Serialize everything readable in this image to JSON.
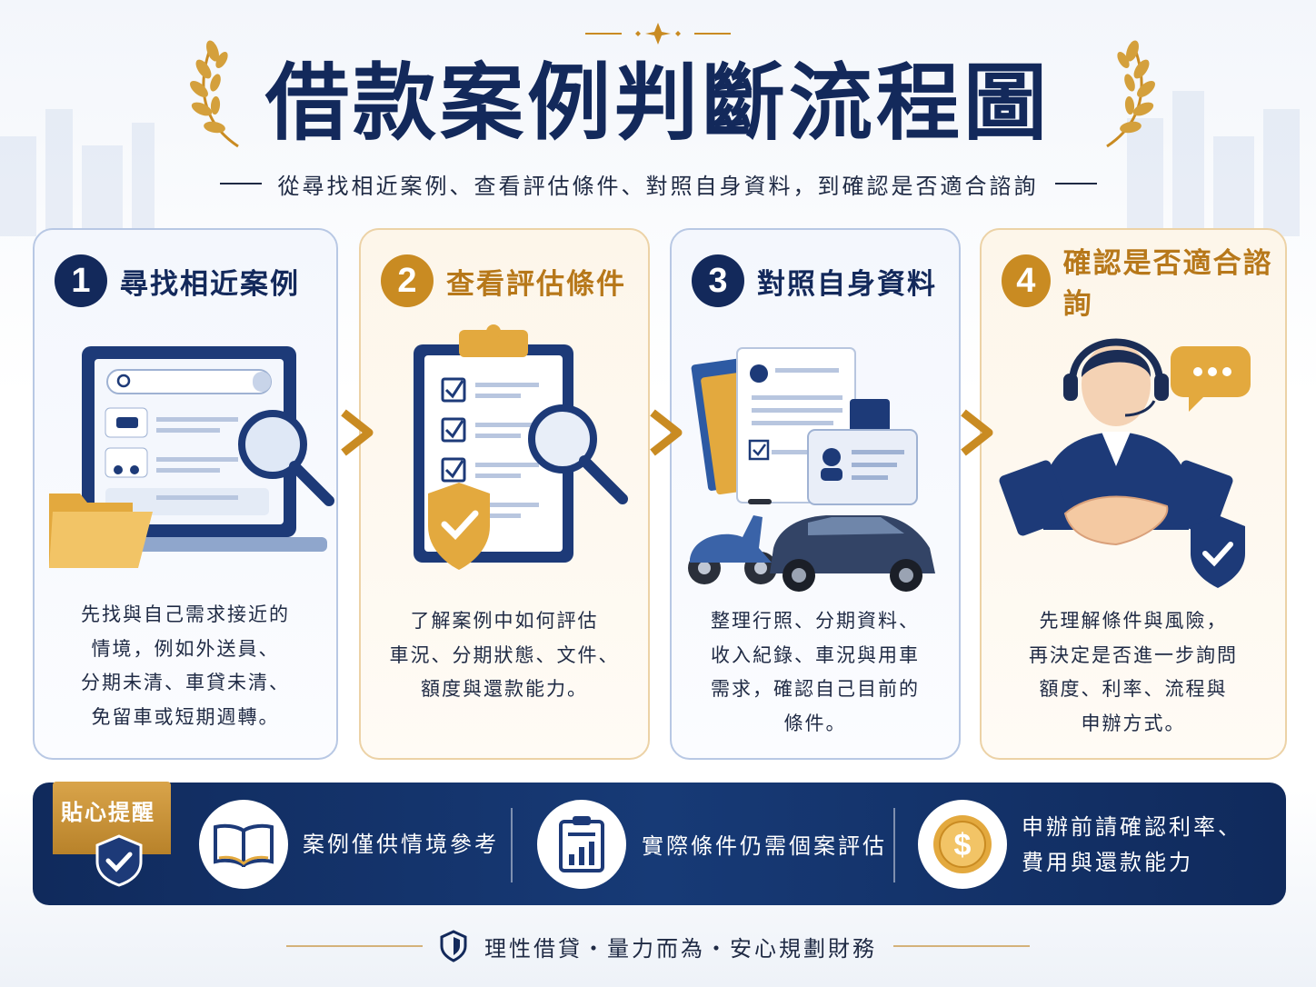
{
  "header": {
    "title": "借款案例判斷流程圖",
    "subtitle": "從尋找相近案例、查看評估條件、對照自身資料，到確認是否適合諮詢"
  },
  "colors": {
    "navy": "#13295b",
    "gold": "#c98b22",
    "blue_border": "#b8c8e4",
    "gold_border": "#ecd2a6"
  },
  "steps": [
    {
      "number": "1",
      "title": "尋找相近案例",
      "icon": "laptop-search-icon",
      "text": [
        "先找與自己需求接近的",
        "情境，例如外送員、",
        "分期未清、車貸未清、",
        "免留車或短期週轉。"
      ]
    },
    {
      "number": "2",
      "title": "查看評估條件",
      "icon": "checklist-clipboard-icon",
      "text": [
        "了解案例中如何評估",
        "車況、分期狀態、文件、",
        "額度與還款能力。"
      ]
    },
    {
      "number": "3",
      "title": "對照自身資料",
      "icon": "documents-vehicles-icon",
      "text": [
        "整理行照、分期資料、",
        "收入紀錄、車況與用車",
        "需求，確認自己目前的",
        "條件。"
      ]
    },
    {
      "number": "4",
      "title": "確認是否適合諮詢",
      "icon": "consultant-handshake-icon",
      "text": [
        "先理解條件與風險，",
        "再決定是否進一步詢問",
        "額度、利率、流程與",
        "申辦方式。"
      ]
    }
  ],
  "reminder": {
    "label": "貼心提醒",
    "items": [
      {
        "icon": "book-icon",
        "text": [
          "案例僅供情境參考"
        ]
      },
      {
        "icon": "report-clipboard-icon",
        "text": [
          "實際條件仍需個案評估"
        ]
      },
      {
        "icon": "dollar-coin-icon",
        "text": [
          "申辦前請確認利率、",
          "費用與還款能力"
        ]
      }
    ]
  },
  "footer": {
    "icon": "shield-icon",
    "text": "理性借貸・量力而為・安心規劃財務"
  }
}
